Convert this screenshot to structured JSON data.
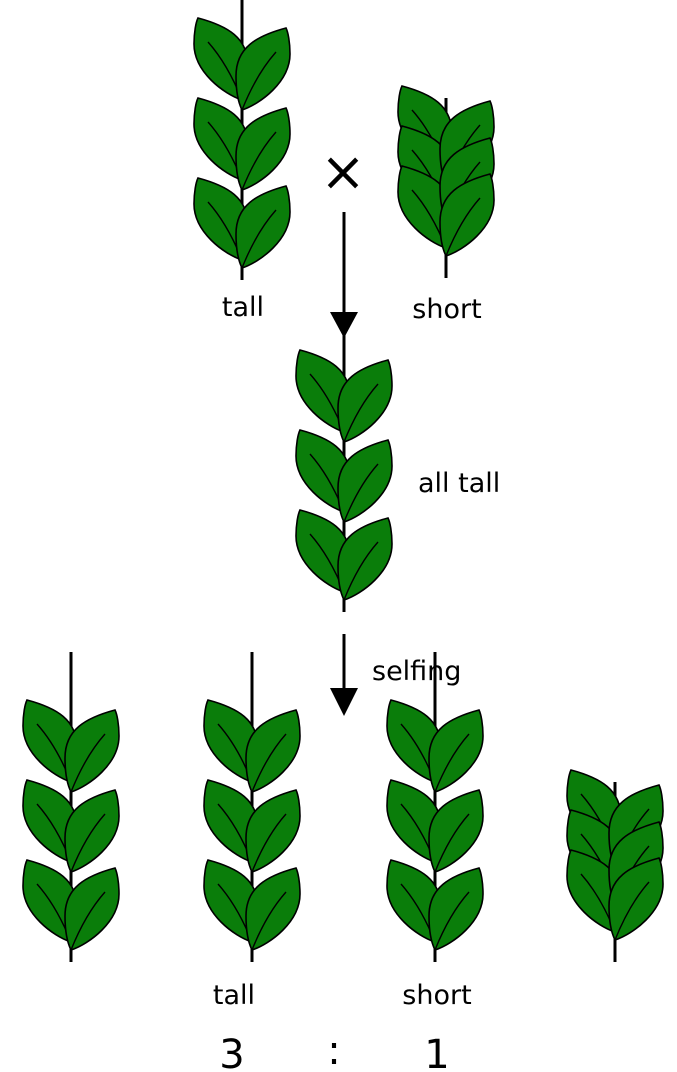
{
  "parents": {
    "tall_label": "tall",
    "short_label": "short",
    "cross_symbol": "×"
  },
  "f1": {
    "label": "all tall"
  },
  "selfing_label": "selfing",
  "f2": {
    "tall_label": "tall",
    "short_label": "short",
    "ratio_left": "3",
    "ratio_sep": ":",
    "ratio_right": "1"
  },
  "colors": {
    "leaf": "#0a7d0a",
    "stroke": "#000000"
  }
}
